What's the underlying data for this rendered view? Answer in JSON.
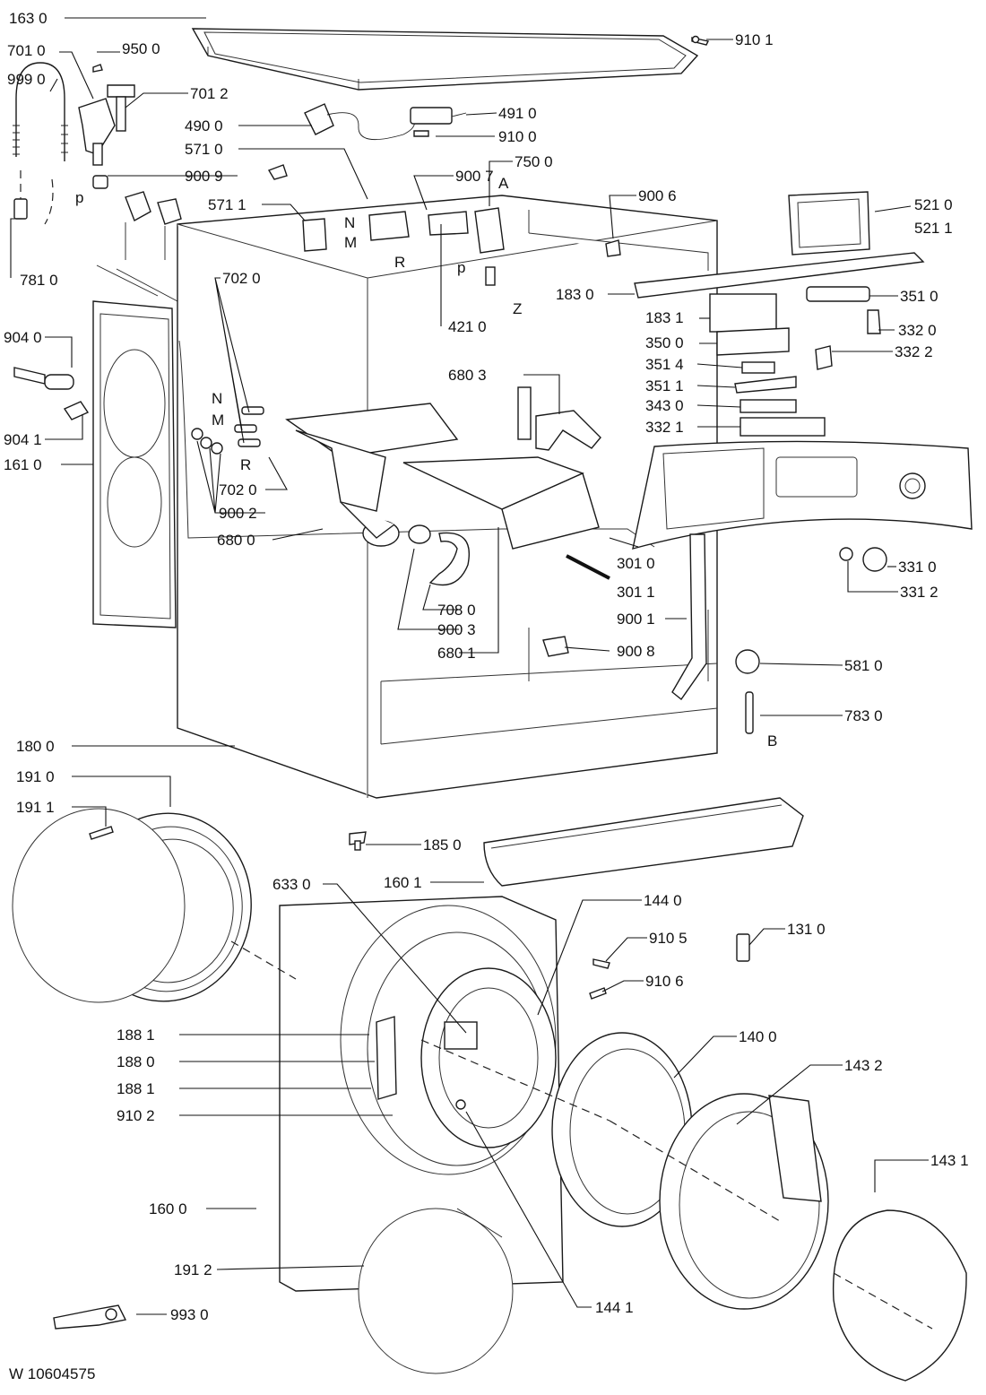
{
  "diagram_code": "W 10604575",
  "callouts": {
    "c1630": "163 0",
    "c9101": "910 1",
    "c7010": "701 0",
    "c9500": "950 0",
    "c9990": "999 0",
    "c7012": "701 2",
    "c4900": "490 0",
    "c4910": "491 0",
    "c9100": "910 0",
    "c5710": "571 0",
    "c9009": "900 9",
    "c9007": "900 7",
    "c7500": "750 0",
    "c5711": "571 1",
    "c9006": "900 6",
    "c5210": "521 0",
    "c5211": "521 1",
    "c7810": "781 0",
    "c4210": "421 0",
    "c1830": "183 0",
    "c3510": "351 0",
    "c7020a": "702 0",
    "c1831": "183 1",
    "c3320": "332 0",
    "c3500": "350 0",
    "c3322": "332 2",
    "c9040": "904 0",
    "c3514": "351 4",
    "c6803": "680 3",
    "c3511": "351 1",
    "c3430": "343 0",
    "c9041": "904 1",
    "c3321": "332 1",
    "c1610": "161 0",
    "c7020b": "702 0",
    "c9002": "900 2",
    "c6800": "680 0",
    "c3010": "301 0",
    "c3310": "331 0",
    "c3011": "301 1",
    "c3312": "331 2",
    "c7080": "708 0",
    "c9003": "900 3",
    "c9001": "900 1",
    "c6801": "680 1",
    "c9008": "900 8",
    "c5810": "581 0",
    "c7830": "783 0",
    "c1800": "180 0",
    "c1910": "191 0",
    "c1911": "191 1",
    "c1850": "185 0",
    "c1601": "160 1",
    "c6330": "633 0",
    "c1440": "144 0",
    "c9105": "910 5",
    "c1310": "131 0",
    "c9106": "910 6",
    "c1881a": "188 1",
    "c1400": "140 0",
    "c1880": "188 0",
    "c1432": "143 2",
    "c1881b": "188 1",
    "c9102": "910 2",
    "c1431": "143 1",
    "c1600": "160 0",
    "c1912": "191 2",
    "c1441": "144 1",
    "c9930": "993 0"
  },
  "letters": {
    "p1": "p",
    "N1": "N",
    "M1": "M",
    "R1": "R",
    "A": "A",
    "p2": "p",
    "Z": "Z",
    "N2": "N",
    "M2": "M",
    "R2": "R",
    "B": "B"
  }
}
